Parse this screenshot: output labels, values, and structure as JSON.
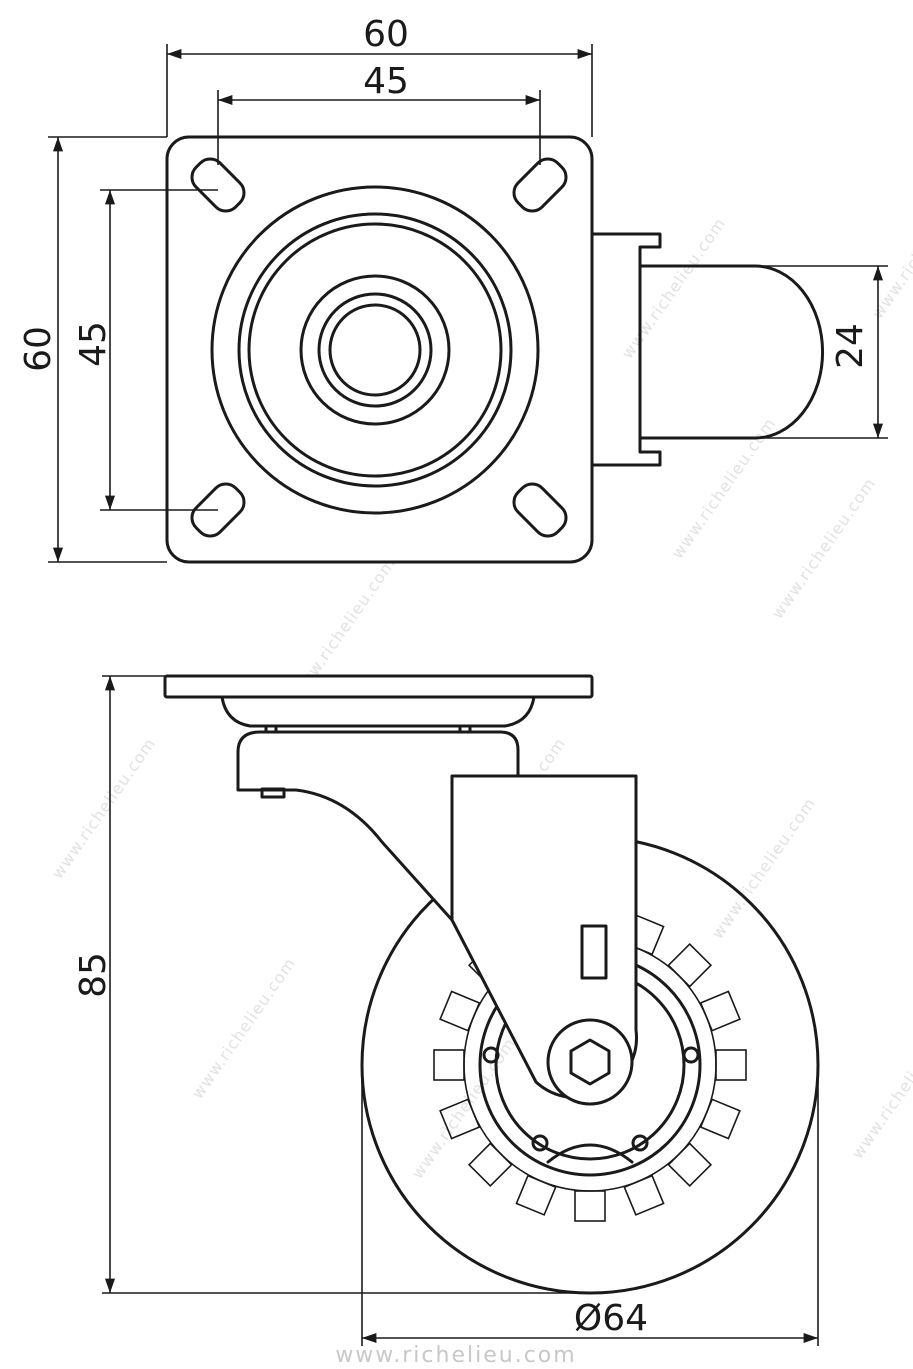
{
  "dimensions": {
    "plate_width": "60",
    "hole_spacing_horizontal": "45",
    "plate_height": "60",
    "hole_spacing_vertical": "45",
    "wheel_width": "24",
    "overall_height": "85",
    "wheel_diameter": "Ø64"
  },
  "watermark": "www.richelieu.com",
  "footer_url": "www.richelieu.com",
  "colors": {
    "line": "#1a1a1a",
    "watermark": "#e2e2e2"
  }
}
